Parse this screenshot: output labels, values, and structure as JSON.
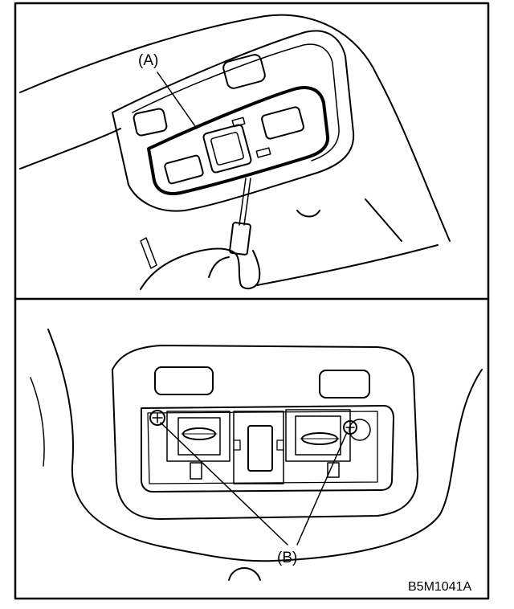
{
  "figure": {
    "label_a": "(A)",
    "label_b": "(B)",
    "code": "B5M1041A"
  },
  "colors": {
    "ink": "#000000",
    "paper": "#ffffff"
  }
}
